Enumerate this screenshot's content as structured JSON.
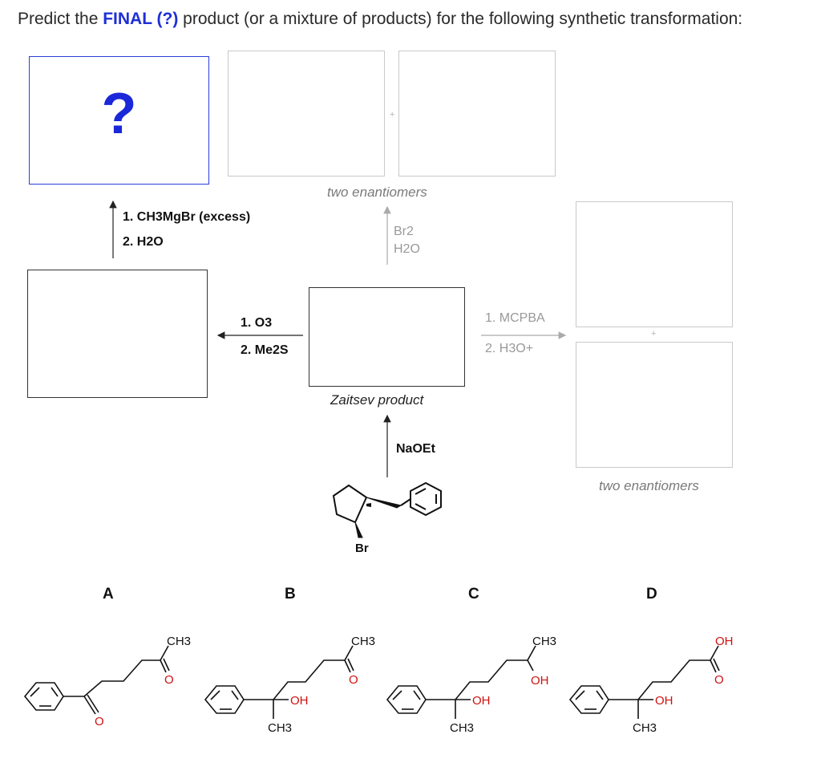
{
  "question": {
    "prefix": "Predict the ",
    "final": "FINAL (?)",
    "suffix": " product (or a mixture of products) for the following synthetic transformation:"
  },
  "unknown_box": {
    "symbol": "?"
  },
  "top_pair": {
    "caption": "two enantiomers",
    "plus": "+"
  },
  "right_pair": {
    "caption": "two enantiomers",
    "plus": "+"
  },
  "center_box": {
    "caption": "Zaitsev product"
  },
  "reagents": {
    "grignard": [
      "1. CH3MgBr (excess)",
      "2. H2O"
    ],
    "ozonolysis": [
      "1. O3",
      "2. Me2S"
    ],
    "bromohydrin": [
      "Br2",
      "H2O"
    ],
    "epoxidation": [
      "1. MCPBA",
      "2. H3O+"
    ],
    "elimination": "NaOEt"
  },
  "starting_material": {
    "halogen": "Br"
  },
  "options": [
    {
      "letter": "A",
      "labels": [
        "CH3",
        "O",
        "O"
      ]
    },
    {
      "letter": "B",
      "labels": [
        "CH3",
        "O",
        "OH",
        "CH3"
      ]
    },
    {
      "letter": "C",
      "labels": [
        "CH3",
        "OH",
        "OH",
        "CH3"
      ]
    },
    {
      "letter": "D",
      "labels": [
        "OH",
        "O",
        "OH",
        "CH3"
      ]
    }
  ],
  "colors": {
    "accent_blue": "#1f2fd6",
    "oxygen_red": "#d01010"
  }
}
